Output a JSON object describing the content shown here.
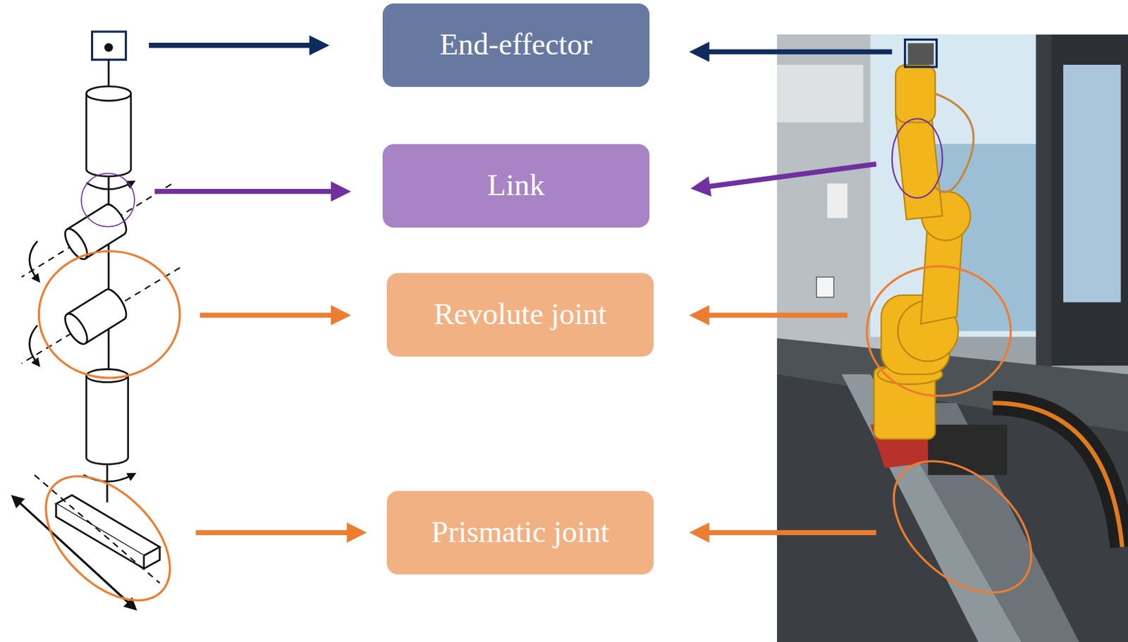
{
  "diagram": {
    "nodes": [
      {
        "text": [
          "End-effector"
        ]
      },
      {
        "text": [
          "Link"
        ]
      },
      {
        "text": [
          "Revolute joint"
        ]
      },
      {
        "text": [
          "Prismatic joint"
        ]
      }
    ]
  }
}
